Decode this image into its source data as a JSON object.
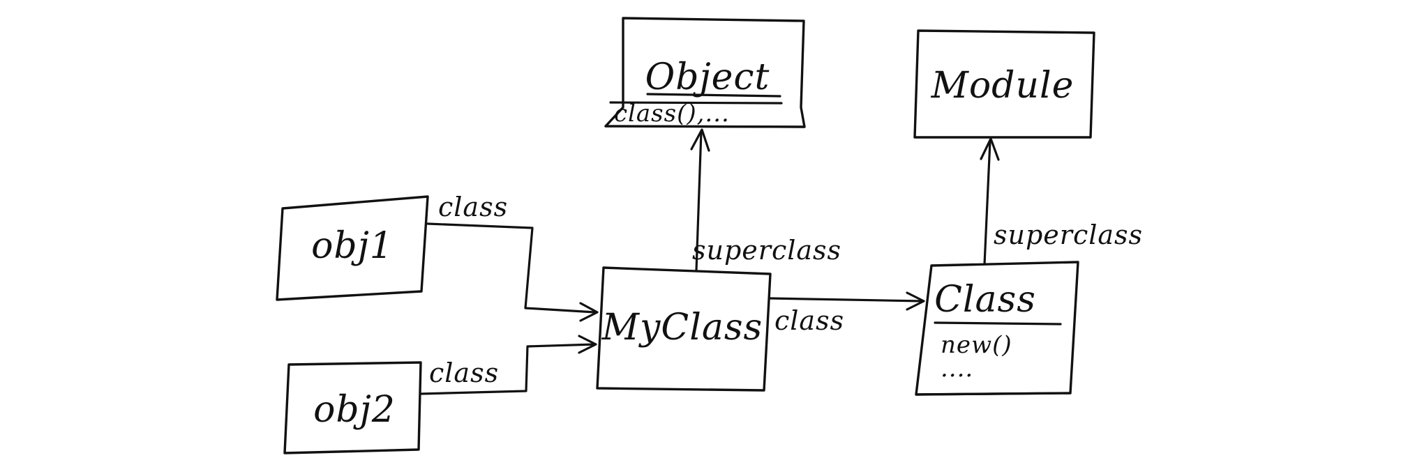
{
  "diagram": {
    "nodes": {
      "object": {
        "title": "Object",
        "methods": "class(),..."
      },
      "module": {
        "title": "Module"
      },
      "obj1": {
        "title": "obj1"
      },
      "obj2": {
        "title": "obj2"
      },
      "myclass": {
        "title": "MyClass"
      },
      "class": {
        "title": "Class",
        "methods": "new()",
        "more": "...."
      }
    },
    "edges": {
      "obj1_to_myclass": {
        "label": "class"
      },
      "obj2_to_myclass": {
        "label": "class"
      },
      "myclass_to_object": {
        "label": "superclass"
      },
      "myclass_to_class": {
        "label": "class"
      },
      "class_to_module": {
        "label": "superclass"
      }
    }
  }
}
